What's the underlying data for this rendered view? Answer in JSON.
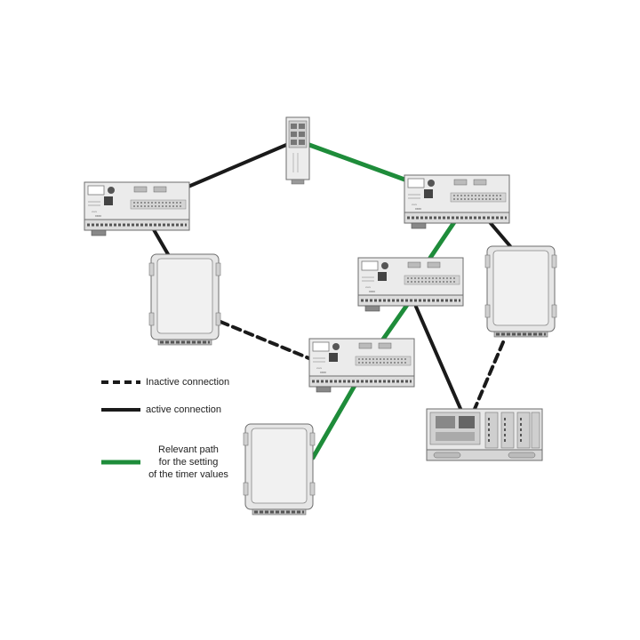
{
  "colors": {
    "active": "#1a1a1a",
    "relevant": "#1e8c3a",
    "device_body": "#ebebeb",
    "device_border": "#6d6d6d"
  },
  "legend": {
    "inactive_label": "Inactive connection",
    "active_label": "active connection",
    "relevant_line1": "Relevant path",
    "relevant_line2": "for the setting",
    "relevant_line3": "of the timer values"
  },
  "devices": {
    "din_switch": "din-switch-icon",
    "controller": "controller-device-icon",
    "box": "enclosure-icon",
    "io_module": "io-module-icon"
  }
}
